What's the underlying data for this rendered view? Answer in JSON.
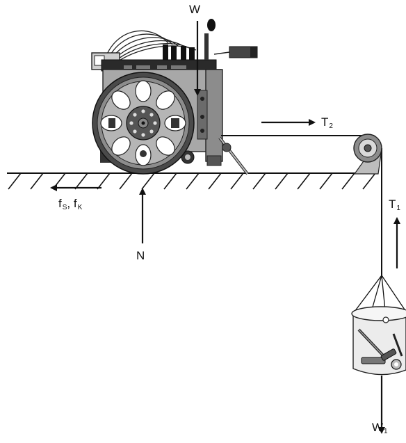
{
  "labels": {
    "weight": "W",
    "tension_horizontal": {
      "main": "T",
      "sub": "2"
    },
    "tension_vertical": {
      "main": "T",
      "sub": "1"
    },
    "friction": {
      "a": "f",
      "a_sub": "S",
      "sep": ", ",
      "b": "f",
      "b_sub": "K"
    },
    "normal": "N",
    "hanging_weight": {
      "main": "W",
      "sub": "1"
    }
  },
  "colors": {
    "ink": "#111111",
    "wheel_dark": "#4a4a4a",
    "wheel_mid": "#8c8c8c",
    "wheel_light": "#bdbdbd",
    "body_gray": "#a8a8a8",
    "bucket": "#e6e6e6"
  }
}
